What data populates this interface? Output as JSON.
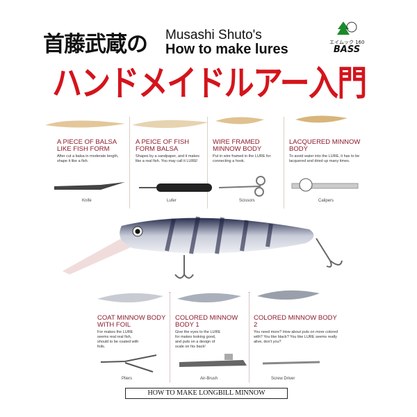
{
  "title_jp": "首藤武蔵の",
  "title_en_line1": "Musashi Shuto's",
  "title_en_line2": "How to make lures",
  "title_main": "ハンドメイドルアー入門",
  "logo": {
    "series": "エイムック 160",
    "brand": "BASS"
  },
  "steps": [
    {
      "heading": "A PIECE OF BALSA LIKE FISH FORM",
      "text": "After cut a balsa in moderate length, shape it like a fish.",
      "tool": "Knife"
    },
    {
      "heading": "A PEICE OF FISH FORM BALSA",
      "text": "Shapes by a sandpaper, and it makes like a real fish. You may call it LURE!",
      "tool": "Lufer"
    },
    {
      "heading": "WIRE FRAMED MINNOW BODY",
      "text": "Put in wire framed in the LURE for connecting a hook.",
      "tool": "Scissors"
    },
    {
      "heading": "LACQUERED MINNOW BODY",
      "text": "To avoid water into the LURE, it has to be lacquered and dried up many times.",
      "tool": "Calipers"
    },
    {
      "heading": "COAT MINNOW BODY WITH FOIL",
      "text": "For makes the LURE seems real real fish, should to be coated with foils.",
      "tool": "Pliers"
    },
    {
      "heading": "COLORED MINNOW BODY 1",
      "text": "Give the eyes to the LURE for makes looking good, and puts on a design of scale on his back!",
      "tool": "Air-Brush"
    },
    {
      "heading": "COLORED MINNOW BODY 2",
      "text": "You need more? How about puts on more colored with? You like black? You like LURE seems really alive, don't you?",
      "tool": "Screw Driver"
    }
  ],
  "banner": "HOW TO MAKE LONGBILL MINNOW",
  "colors": {
    "main_title": "#d4141c",
    "headings": "#8c1a2c"
  }
}
